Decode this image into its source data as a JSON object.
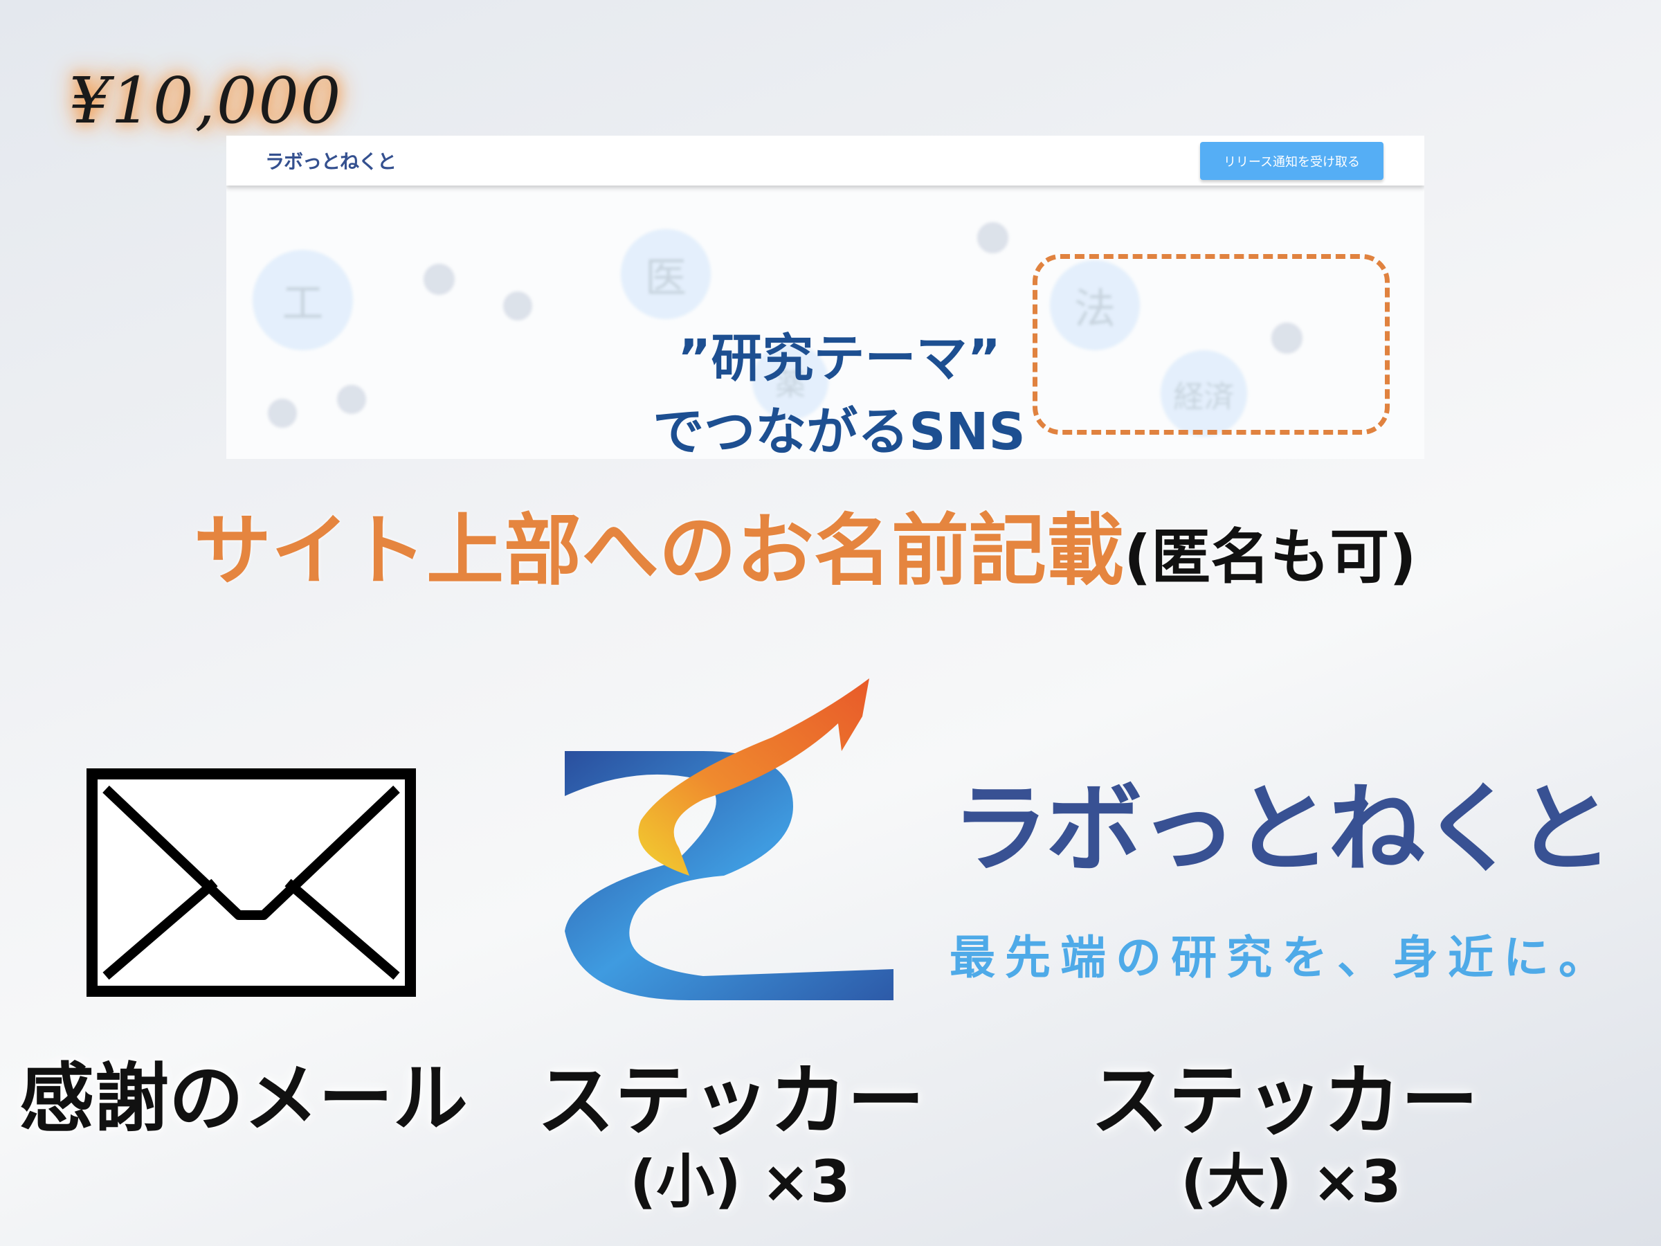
{
  "price": "¥10,000",
  "site_preview": {
    "logo_text": "ラボっとねくと",
    "notify_button": "リリース通知を受け取る",
    "background_nodes": [
      "工",
      "医",
      "法",
      "経済",
      "薬"
    ],
    "tagline_line1": "”研究テーマ”",
    "tagline_line2": "でつながるSNS"
  },
  "heading": {
    "main": "サイト上部へのお名前記載",
    "sub": "(匿名も可)"
  },
  "rewards": [
    {
      "icon": "envelope-icon",
      "label": "感謝のメール"
    },
    {
      "icon": "z-logo-icon",
      "label": "ステッカー",
      "detail": "(小) ×3"
    },
    {
      "icon": "wordmark-logo",
      "label": "ステッカー",
      "detail": "(大) ×3"
    }
  ],
  "wordmark": {
    "text": "ラボっとねくと",
    "tagline": "最先端の研究を、身近に。"
  },
  "colors": {
    "accent_orange": "#e5853f",
    "brand_blue": "#385193",
    "tagline_blue": "#4eaae8",
    "button_blue": "#55aef5"
  }
}
